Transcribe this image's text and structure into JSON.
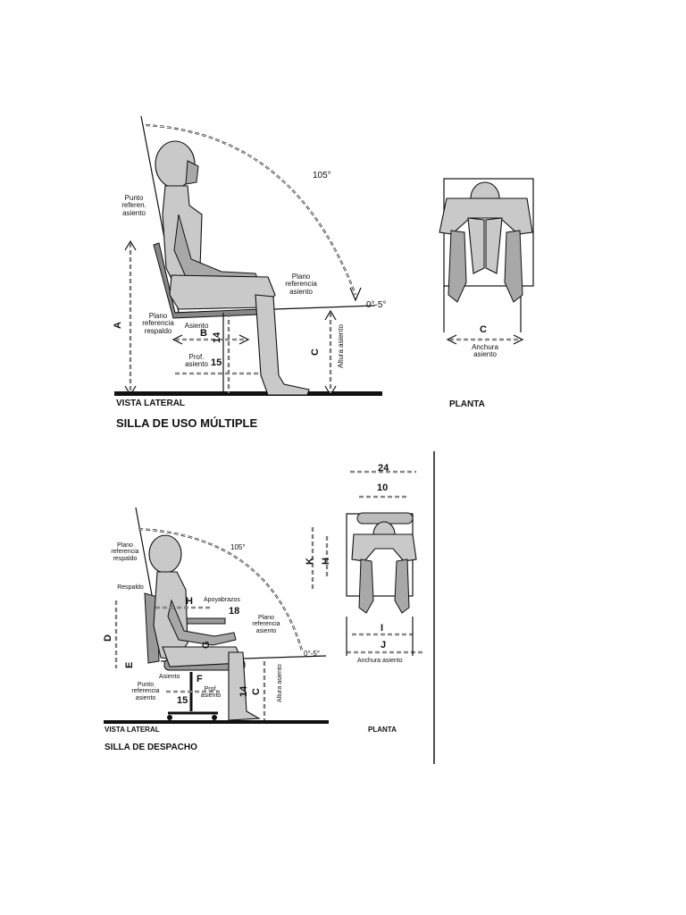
{
  "multi_chair": {
    "title": "SILLA DE USO MÚLTIPLE",
    "side_view_caption": "VISTA LATERAL",
    "plan_caption": "PLANTA",
    "angle": "105°",
    "tilt": "0°-5°",
    "labels": {
      "punto": "Punto referen. asiento",
      "plano_asiento": "Plano referencia asiento",
      "plano_respaldo": "Plano referencia respaldo",
      "asiento": "Asiento",
      "prof": "Prof. asiento",
      "altura": "Altura asiento",
      "anchura": "Anchura asiento"
    },
    "letters": {
      "A": "A",
      "B": "B",
      "C": "C",
      "C_plan": "C"
    },
    "numbers": {
      "n14": "14",
      "n15": "15"
    }
  },
  "office_chair": {
    "title": "SILLA DE DESPACHO",
    "side_view_caption": "VISTA LATERAL",
    "plan_caption": "PLANTA",
    "angle": "105°",
    "tilt": "0°-5°",
    "labels": {
      "plano_respaldo": "Plano referencia respaldo",
      "respaldo": "Respaldo",
      "apoyabrazos": "Apoyabrazos",
      "plano_asiento": "Plano referencia asiento",
      "punto": "Punto referencia asiento",
      "asiento": "Asiento",
      "prof": "Prof. asiento",
      "altura": "Altura asiento",
      "anchura": "Anchura asiento"
    },
    "letters": {
      "D": "D",
      "E": "E",
      "F": "F",
      "G": "G",
      "H": "H",
      "C": "C",
      "K": "K",
      "H_plan": "H",
      "I": "I",
      "J": "J"
    },
    "numbers": {
      "n18": "18",
      "n15": "15",
      "n14": "14",
      "n24": "24",
      "n10": "10"
    }
  }
}
